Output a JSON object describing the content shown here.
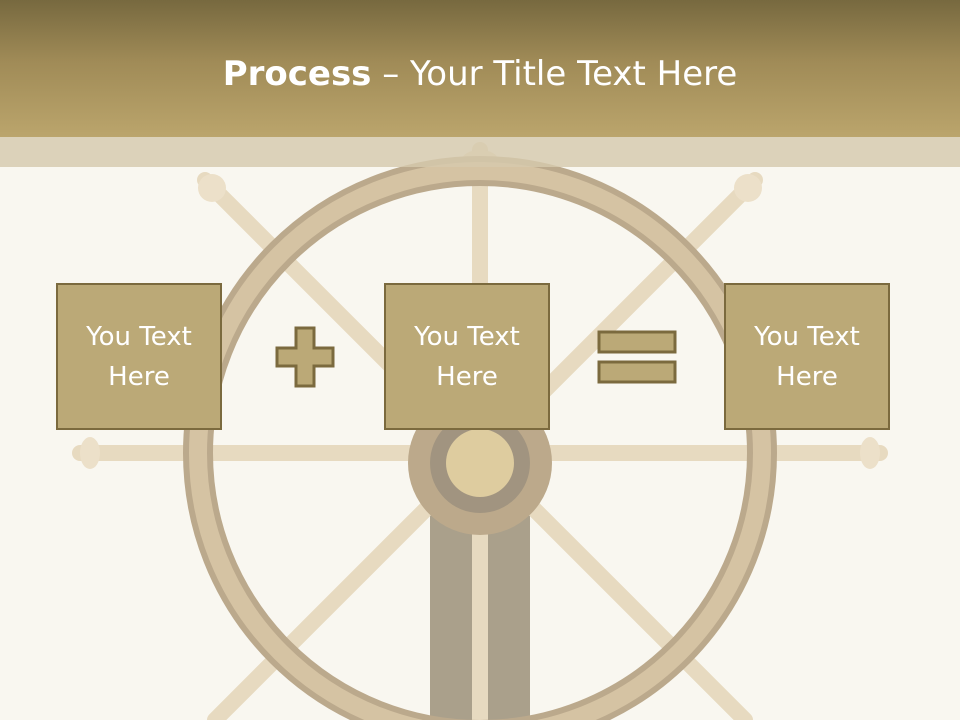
{
  "slide": {
    "title_bold": "Process",
    "title_rest": " – Your Title Text Here",
    "boxes": [
      {
        "text": "You Text\nHere"
      },
      {
        "text": "You Text\nHere"
      },
      {
        "text": "You Text\nHere"
      }
    ],
    "operators": [
      "plus-icon",
      "equals-icon"
    ],
    "colors": {
      "header_dark": "#77693f",
      "header_light": "#bba56c",
      "box_fill": "#bba977",
      "box_border": "#7b6a3e",
      "text": "#ffffff",
      "background": "#f9f7f0"
    }
  }
}
